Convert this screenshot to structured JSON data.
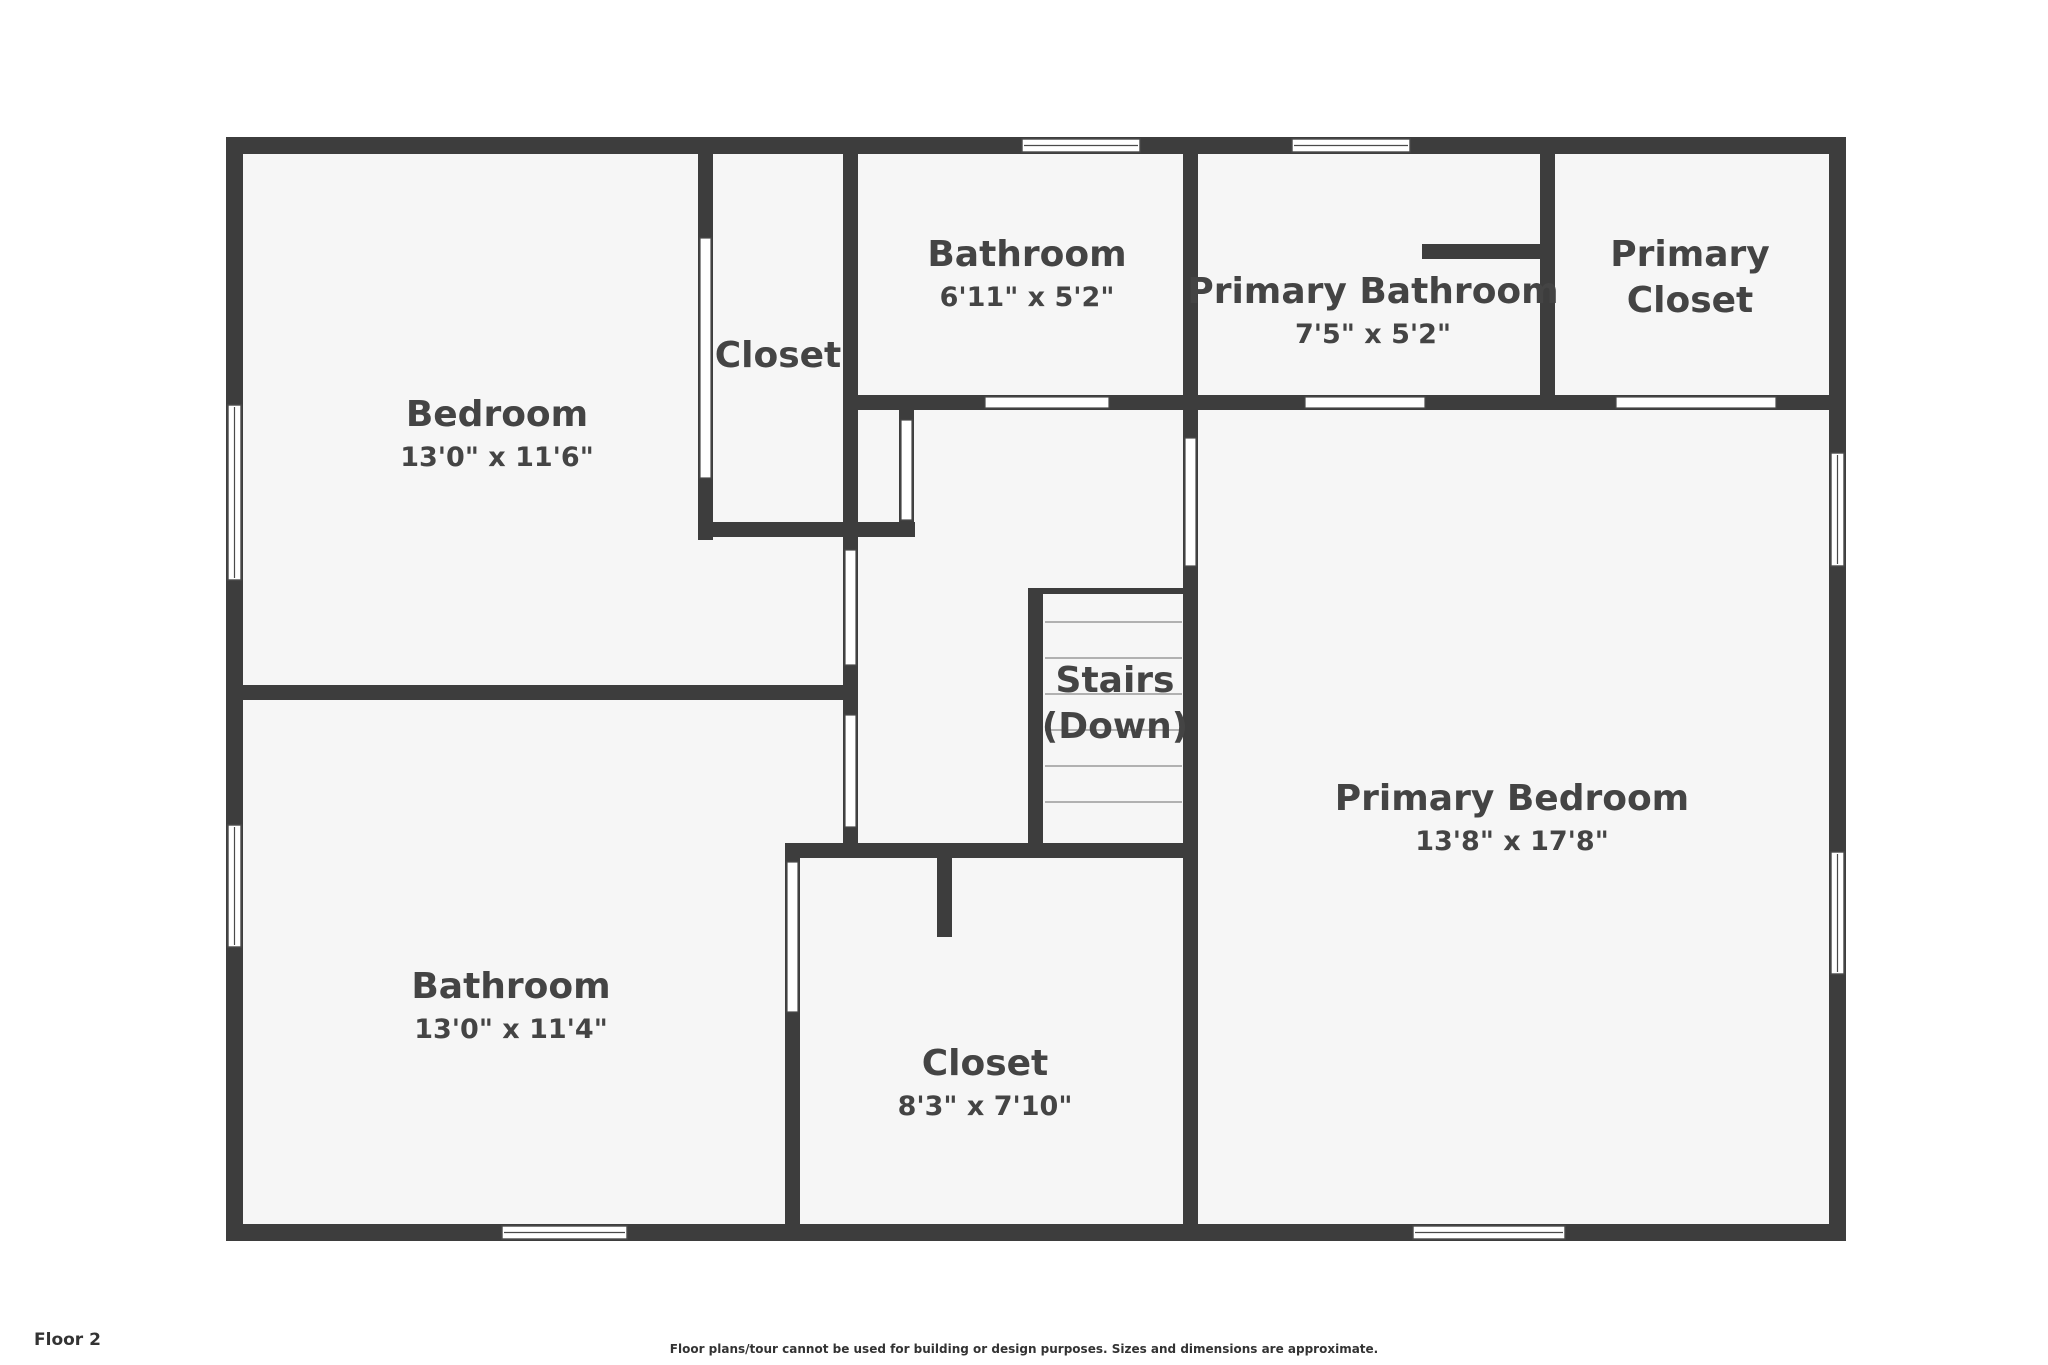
{
  "floor_label": "Floor 2",
  "disclaimer": "Floor plans/tour cannot be used for building or design purposes. Sizes and dimensions are approximate.",
  "rooms": {
    "bedroom": {
      "name": "Bedroom",
      "dim": "13'0\" x 11'6\""
    },
    "closet_upper": {
      "name": "Closet"
    },
    "bathroom_upper": {
      "name": "Bathroom",
      "dim": "6'11\" x 5'2\""
    },
    "primary_bathroom": {
      "name": "Primary Bathroom",
      "dim": "7'5\" x 5'2\""
    },
    "primary_closet": {
      "name_line1": "Primary",
      "name_line2": "Closet"
    },
    "stairs": {
      "name_line1": "Stairs",
      "name_line2": "(Down)"
    },
    "primary_bedroom": {
      "name": "Primary Bedroom",
      "dim": "13'8\" x 17'8\""
    },
    "bathroom_lower": {
      "name": "Bathroom",
      "dim": "13'0\" x 11'4\""
    },
    "closet_lower": {
      "name": "Closet",
      "dim": "8'3\" x 7'10\""
    }
  },
  "colors": {
    "wall": "#3d3d3d",
    "floor": "#f6f6f6",
    "text": "#444444"
  }
}
